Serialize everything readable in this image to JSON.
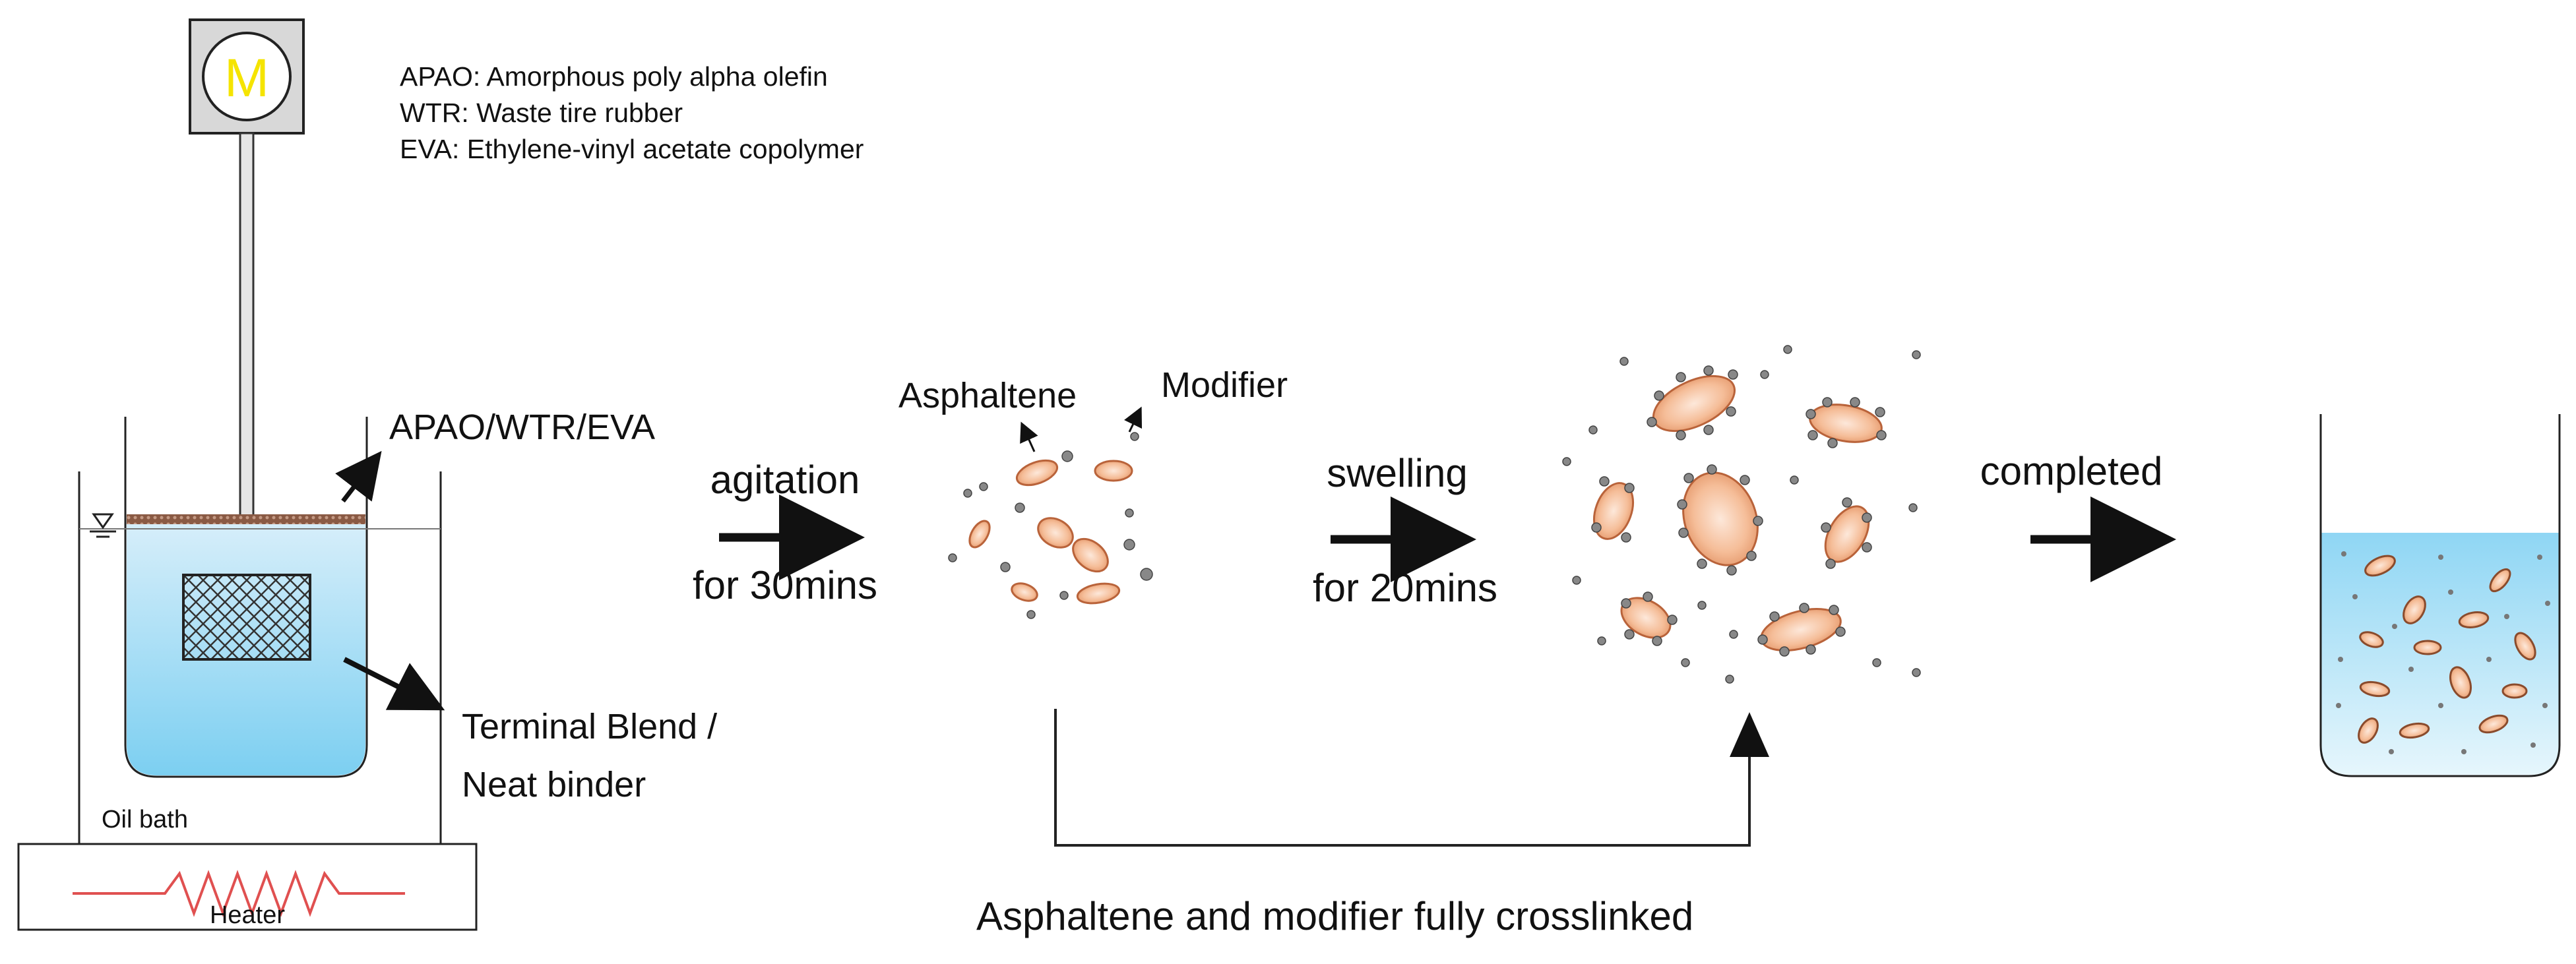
{
  "motor": {
    "letter": "M",
    "color": "#ffff00"
  },
  "legend": [
    "APAO: Amorphous poly alpha olefin",
    "WTR: Waste tire rubber",
    "EVA: Ethylene-vinyl acetate copolymer"
  ],
  "apparatus": {
    "modifier_label": "APAO/WTR/EVA",
    "binder_label_line1": "Terminal Blend /",
    "binder_label_line2": "Neat binder",
    "oil_bath_label": "Oil bath",
    "heater_label": "Heater"
  },
  "steps": {
    "step1_top": "agitation",
    "step1_bottom": "for 30mins",
    "asphaltene_label": "Asphaltene",
    "modifier_label": "Modifier",
    "step2_top": "swelling",
    "step2_bottom": "for 20mins",
    "step3_top": "completed",
    "crosslink_label": "Asphaltene and modifier fully crosslinked"
  },
  "colors": {
    "liquid_top": "#d9eef9",
    "liquid_bottom": "#7fd0f2",
    "particle_fill": "#f2b48c",
    "particle_edge": "#b9633a",
    "dot_fill": "#888888",
    "heater_line": "#e05050"
  }
}
